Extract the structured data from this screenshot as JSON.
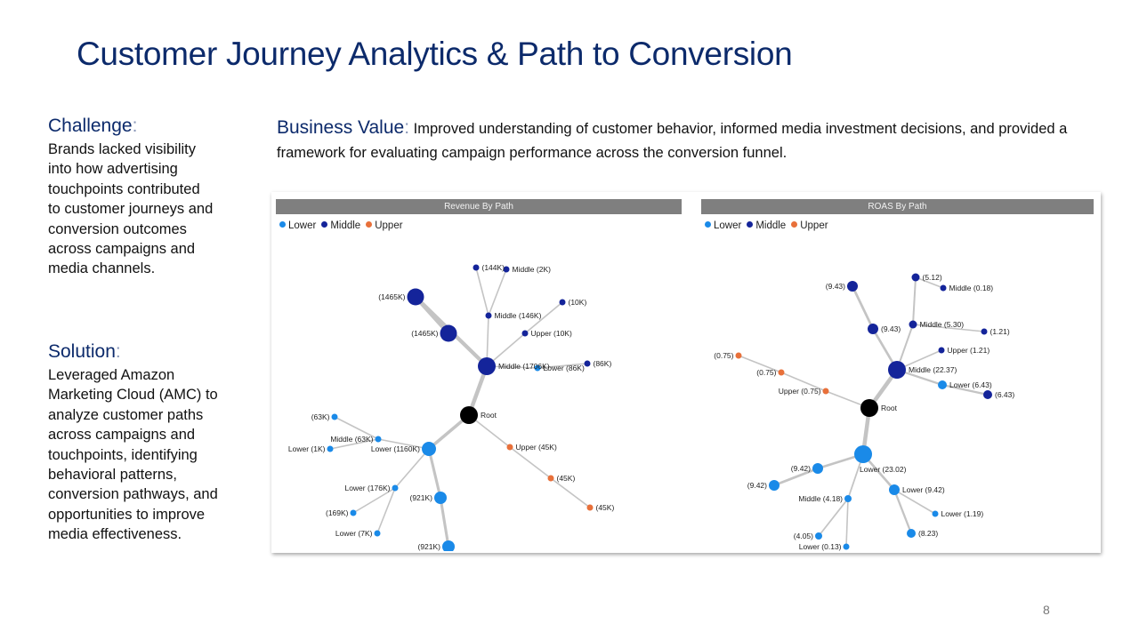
{
  "title": "Customer Journey Analytics & Path to Conversion",
  "challenge": {
    "heading": "Challenge",
    "colon": ":",
    "lines": [
      "Brands lacked visibility",
      "into how advertising",
      "touchpoints contributed",
      "to customer journeys and",
      "conversion outcomes",
      "across campaigns and",
      "media channels."
    ]
  },
  "solution": {
    "heading": "Solution",
    "colon": ":",
    "lines": [
      "Leveraged Amazon",
      "Marketing Cloud (AMC) to",
      "analyze customer paths",
      "across campaigns and",
      "touchpoints, identifying",
      "behavioral patterns,",
      "conversion pathways, and",
      "opportunities to improve",
      "media effectiveness."
    ]
  },
  "business_value": {
    "heading": "Business Value",
    "colon": ":",
    "text": "Improved understanding of customer behavior, informed media investment decisions, and provided a framework for evaluating campaign performance across the conversion funnel."
  },
  "colors": {
    "Lower": "#1a8ae8",
    "Middle": "#14249a",
    "Upper": "#e8703a",
    "Root": "#000000"
  },
  "legend": [
    "Lower",
    "Middle",
    "Upper"
  ],
  "charts": [
    {
      "title": "Revenue By Path",
      "nodes": [
        {
          "id": "root",
          "type": "Root",
          "label": "Root",
          "value": null
        },
        {
          "id": "m1",
          "type": "Middle",
          "label": "Middle (1706K)",
          "value": 1706
        },
        {
          "id": "m2",
          "type": "Middle",
          "label": "(1465K)",
          "value": 1465
        },
        {
          "id": "m3",
          "type": "Middle",
          "label": "(1465K)",
          "value": 1465
        },
        {
          "id": "m4",
          "type": "Middle",
          "label": "Middle (146K)",
          "value": 146
        },
        {
          "id": "m5",
          "type": "Middle",
          "label": "(144K)",
          "value": 144
        },
        {
          "id": "m6",
          "type": "Middle",
          "label": "Middle (2K)",
          "value": 2
        },
        {
          "id": "m7",
          "type": "Middle",
          "label": "Upper (10K)",
          "value": 10
        },
        {
          "id": "m8",
          "type": "Middle",
          "label": "(10K)",
          "value": 10
        },
        {
          "id": "m9",
          "type": "Middle",
          "label": "(86K)",
          "value": 86
        },
        {
          "id": "l0",
          "type": "Lower",
          "label": "Lower (86K)",
          "value": 86
        },
        {
          "id": "l1",
          "type": "Lower",
          "label": "Lower (1160K)",
          "value": 1160
        },
        {
          "id": "l2",
          "type": "Lower",
          "label": "Middle (63K)",
          "value": 63
        },
        {
          "id": "l3",
          "type": "Lower",
          "label": "(63K)",
          "value": 63
        },
        {
          "id": "l4",
          "type": "Lower",
          "label": "Lower (1K)",
          "value": 1
        },
        {
          "id": "l5",
          "type": "Lower",
          "label": "Lower (176K)",
          "value": 176
        },
        {
          "id": "l6",
          "type": "Lower",
          "label": "(169K)",
          "value": 169
        },
        {
          "id": "l7",
          "type": "Lower",
          "label": "Lower (7K)",
          "value": 7
        },
        {
          "id": "l8",
          "type": "Lower",
          "label": "(921K)",
          "value": 921
        },
        {
          "id": "l9",
          "type": "Lower",
          "label": "(921K)",
          "value": 921
        },
        {
          "id": "u1",
          "type": "Upper",
          "label": "Upper (45K)",
          "value": 45
        },
        {
          "id": "u2",
          "type": "Upper",
          "label": "(45K)",
          "value": 45
        },
        {
          "id": "u3",
          "type": "Upper",
          "label": "(45K)",
          "value": 45
        }
      ],
      "edges": [
        [
          "root",
          "m1"
        ],
        [
          "m1",
          "m2"
        ],
        [
          "m2",
          "m3"
        ],
        [
          "m1",
          "m4"
        ],
        [
          "m4",
          "m5"
        ],
        [
          "m4",
          "m6"
        ],
        [
          "m1",
          "m7"
        ],
        [
          "m7",
          "m8"
        ],
        [
          "m1",
          "l0"
        ],
        [
          "l0",
          "m9"
        ],
        [
          "root",
          "l1"
        ],
        [
          "l1",
          "l2"
        ],
        [
          "l2",
          "l3"
        ],
        [
          "l2",
          "l4"
        ],
        [
          "l1",
          "l5"
        ],
        [
          "l5",
          "l6"
        ],
        [
          "l5",
          "l7"
        ],
        [
          "l1",
          "l8"
        ],
        [
          "l8",
          "l9"
        ],
        [
          "root",
          "u1"
        ],
        [
          "u1",
          "u2"
        ],
        [
          "u2",
          "u3"
        ]
      ]
    },
    {
      "title": "ROAS By Path",
      "nodes": [
        {
          "id": "root",
          "type": "Root",
          "label": "Root",
          "value": null
        },
        {
          "id": "m1",
          "type": "Middle",
          "label": "Middle (22.37)",
          "value": 22.37
        },
        {
          "id": "m2",
          "type": "Middle",
          "label": "(9.43)",
          "value": 9.43
        },
        {
          "id": "m3",
          "type": "Middle",
          "label": "(9.43)",
          "value": 9.43
        },
        {
          "id": "m4",
          "type": "Middle",
          "label": "Middle (5.30)",
          "value": 5.3
        },
        {
          "id": "m5",
          "type": "Middle",
          "label": "(5.12)",
          "value": 5.12
        },
        {
          "id": "m6",
          "type": "Middle",
          "label": "Middle (0.18)",
          "value": 0.18
        },
        {
          "id": "m7",
          "type": "Middle",
          "label": "(1.21)",
          "value": 1.21
        },
        {
          "id": "m8",
          "type": "Middle",
          "label": "Upper (1.21)",
          "value": 1.21
        },
        {
          "id": "m9",
          "type": "Middle",
          "label": "(6.43)",
          "value": 6.43
        },
        {
          "id": "l0",
          "type": "Lower",
          "label": "Lower (6.43)",
          "value": 6.43
        },
        {
          "id": "l1",
          "type": "Lower",
          "label": "Lower (23.02)",
          "value": 23.02
        },
        {
          "id": "l2",
          "type": "Lower",
          "label": "(9.42)",
          "value": 9.42
        },
        {
          "id": "l3",
          "type": "Lower",
          "label": "(9.42)",
          "value": 9.42
        },
        {
          "id": "l4",
          "type": "Lower",
          "label": "Middle (4.18)",
          "value": 4.18
        },
        {
          "id": "l5",
          "type": "Lower",
          "label": "(4.05)",
          "value": 4.05
        },
        {
          "id": "l6",
          "type": "Lower",
          "label": "Lower (0.13)",
          "value": 0.13
        },
        {
          "id": "l7",
          "type": "Lower",
          "label": "Lower (9.42)",
          "value": 9.42
        },
        {
          "id": "l8",
          "type": "Lower",
          "label": "Lower (1.19)",
          "value": 1.19
        },
        {
          "id": "l9",
          "type": "Lower",
          "label": "(8.23)",
          "value": 8.23
        },
        {
          "id": "u1",
          "type": "Upper",
          "label": "Upper (0.75)",
          "value": 0.75
        },
        {
          "id": "u2",
          "type": "Upper",
          "label": "(0.75)",
          "value": 0.75
        },
        {
          "id": "u3",
          "type": "Upper",
          "label": "(0.75)",
          "value": 0.75
        }
      ],
      "edges": [
        [
          "root",
          "m1"
        ],
        [
          "m1",
          "m3"
        ],
        [
          "m3",
          "m2"
        ],
        [
          "m1",
          "m4"
        ],
        [
          "m4",
          "m5"
        ],
        [
          "m5",
          "m6"
        ],
        [
          "m4",
          "m7"
        ],
        [
          "m1",
          "m8"
        ],
        [
          "m1",
          "l0"
        ],
        [
          "l0",
          "m9"
        ],
        [
          "root",
          "l1"
        ],
        [
          "l1",
          "l2"
        ],
        [
          "l2",
          "l3"
        ],
        [
          "l1",
          "l4"
        ],
        [
          "l4",
          "l5"
        ],
        [
          "l4",
          "l6"
        ],
        [
          "l1",
          "l7"
        ],
        [
          "l7",
          "l8"
        ],
        [
          "l7",
          "l9"
        ],
        [
          "root",
          "u1"
        ],
        [
          "u1",
          "u2"
        ],
        [
          "u2",
          "u3"
        ]
      ]
    }
  ],
  "page_number": "8"
}
